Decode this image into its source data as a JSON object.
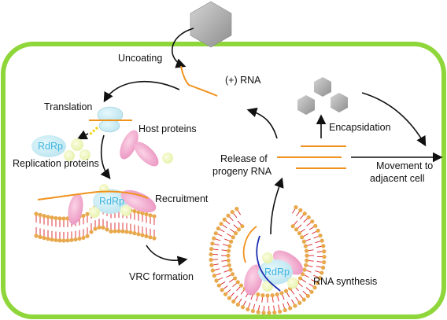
{
  "labels": {
    "uncoating": "Uncoating",
    "plus_rna": "(+) RNA",
    "translation": "Translation",
    "host_proteins": "Host proteins",
    "rdrp_1": "RdRp",
    "replication_proteins": "Replication proteins",
    "rdrp_2": "RdRp",
    "recruitment": "Recruitment",
    "vrc_formation": "VRC formation",
    "rdrp_3": "RdRp",
    "rna_synthesis": "RNA synthesis",
    "release_line1": "Release of",
    "release_line2": "progeny RNA",
    "encapsidation": "Encapsidation",
    "movement_line1": "Movement to",
    "movement_line2": "adjacent cell"
  },
  "colors": {
    "cell_wall": "#8fd63a",
    "rna": "#f0921e",
    "rna_negative": "#1a2fb0",
    "virion": "#9a9a9a",
    "rdrp_blob": "#c9ecf4",
    "rdrp_text": "#3fb4e0",
    "host_protein": "#f2a6cc",
    "small_protein": "#eef6b4",
    "membrane_head": "#e8a84c",
    "membrane_tail": "#d8222a"
  }
}
